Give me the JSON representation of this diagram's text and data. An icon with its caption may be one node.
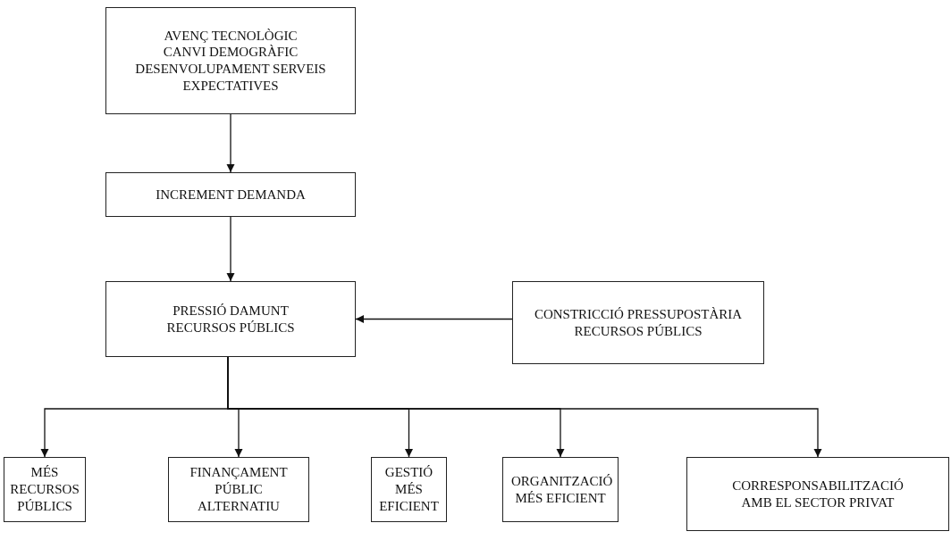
{
  "diagram": {
    "nodes": [
      {
        "text": [
          "AVENÇ TECNOLÒGIC",
          "CANVI DEMOGRÀFIC",
          "DESENVOLUPAMENT SERVEIS",
          "EXPECTATIVES"
        ]
      },
      {
        "text": [
          "INCREMENT DEMANDA"
        ]
      },
      {
        "text": [
          "PRESSIÓ DAMUNT RECURSOS PÚBLICS"
        ]
      },
      {
        "text": [
          "CONSTRICCIÓ PRESSUPOSTÀRIA RECURSOS PÚBLICS"
        ]
      },
      {
        "text": [
          "MÉS RECURSOS PÚBLICS"
        ]
      },
      {
        "text": [
          "FINANÇAMENT PÚBLIC ALTERNATIU"
        ]
      },
      {
        "text": [
          "GESTIÓ MÉS EFICIENT"
        ]
      },
      {
        "text": [
          "ORGANITZACIÓ MÉS EFICIENT"
        ]
      },
      {
        "text": [
          "CORRESPONSABILITZACIÓ AMB EL SECTOR PRIVAT"
        ]
      }
    ],
    "edges": [
      {
        "from": 0,
        "to": 1,
        "arrow": "to"
      },
      {
        "from": 1,
        "to": 2,
        "arrow": "to"
      },
      {
        "from": 3,
        "to": 2,
        "arrow": "to"
      },
      {
        "from": 2,
        "to": 4,
        "arrow": "to"
      },
      {
        "from": 2,
        "to": 5,
        "arrow": "to"
      },
      {
        "from": 2,
        "to": 6,
        "arrow": "to"
      },
      {
        "from": 2,
        "to": 7,
        "arrow": "to"
      },
      {
        "from": 2,
        "to": 8,
        "arrow": "to"
      }
    ]
  }
}
